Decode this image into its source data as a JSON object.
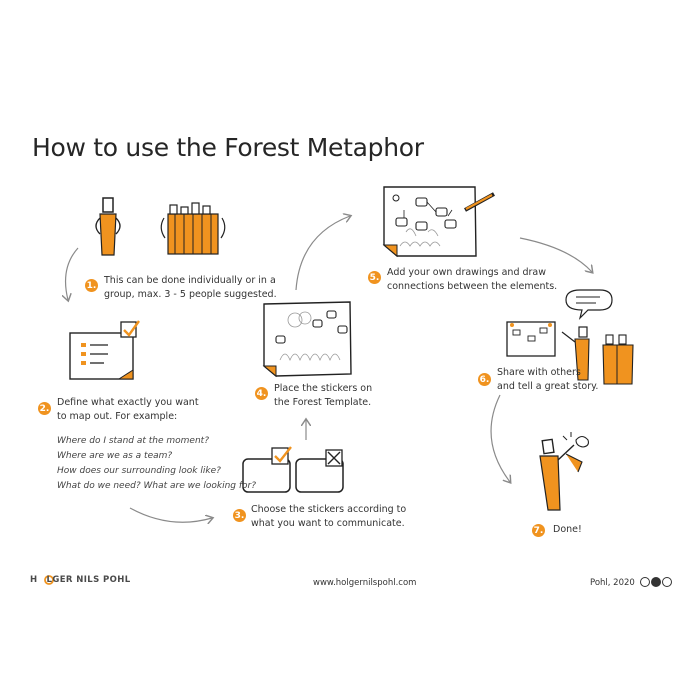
{
  "title": "How to use the Forest Metaphor",
  "steps": [
    {
      "num": "1.",
      "lines": [
        "This can be done individually or in a",
        "group, max. 3 - 5 people suggested."
      ]
    },
    {
      "num": "2.",
      "lines": [
        "Define what exactly you want",
        "to map out. For example:"
      ],
      "questions": [
        "Where do I stand at the moment?",
        "Where are we as a team?",
        "How does our surrounding look like?",
        "What do we need? What are we looking for?"
      ]
    },
    {
      "num": "3.",
      "lines": [
        "Choose the stickers according to",
        "what you want to communicate."
      ]
    },
    {
      "num": "4.",
      "lines": [
        "Place the stickers on",
        "the Forest Template."
      ]
    },
    {
      "num": "5.",
      "lines": [
        "Add your own drawings and draw",
        "connections between the elements."
      ]
    },
    {
      "num": "6.",
      "lines": [
        "Share with others",
        "and tell a great story."
      ]
    },
    {
      "num": "7.",
      "lines": [
        "Done!"
      ]
    }
  ],
  "footer": {
    "logo_pre": "H",
    "logo_post": "LGER NILS POHL",
    "url": "www.holgernilspohl.com",
    "credit": "Pohl, 2020",
    "license_icons": [
      "cc-icon",
      "by-icon",
      "nd-icon"
    ]
  },
  "colors": {
    "accent": "#f0931f",
    "ink": "#333333",
    "arrow": "#8a8a8a"
  }
}
